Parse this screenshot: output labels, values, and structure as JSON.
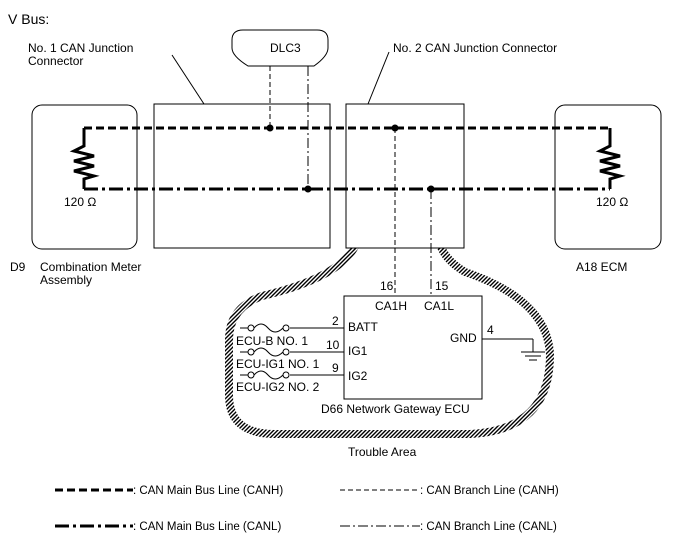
{
  "title": "V Bus:",
  "dlc3": "DLC3",
  "junction1": {
    "line1": "No. 1 CAN Junction",
    "line2": "Connector"
  },
  "junction2": "No. 2 CAN Junction Connector",
  "resistor_left": "120 Ω",
  "resistor_right": "120 Ω",
  "meter": {
    "code": "D9",
    "line1": "Combination Meter",
    "line2": "Assembly"
  },
  "ecm": "A18 ECM",
  "gateway": {
    "pin_ca1h": "16",
    "pin_ca1l": "15",
    "ca1h": "CA1H",
    "ca1l": "CA1L",
    "batt": "BATT",
    "ig1": "IG1",
    "ig2": "IG2",
    "gnd": "GND",
    "pin_batt": "2",
    "pin_ig1": "10",
    "pin_ig2": "9",
    "pin_gnd": "4",
    "name": "D66 Network Gateway ECU"
  },
  "fuses": {
    "f1": "ECU-B NO. 1",
    "f2": "ECU-IG1 NO. 1",
    "f3": "ECU-IG2 NO. 2"
  },
  "trouble_area": "Trouble Area",
  "legend": {
    "main_h": ": CAN Main Bus Line (CANH)",
    "branch_h": ": CAN Branch Line (CANH)",
    "main_l": ": CAN Main Bus Line (CANL)",
    "branch_l": ": CAN Branch Line (CANL)"
  }
}
